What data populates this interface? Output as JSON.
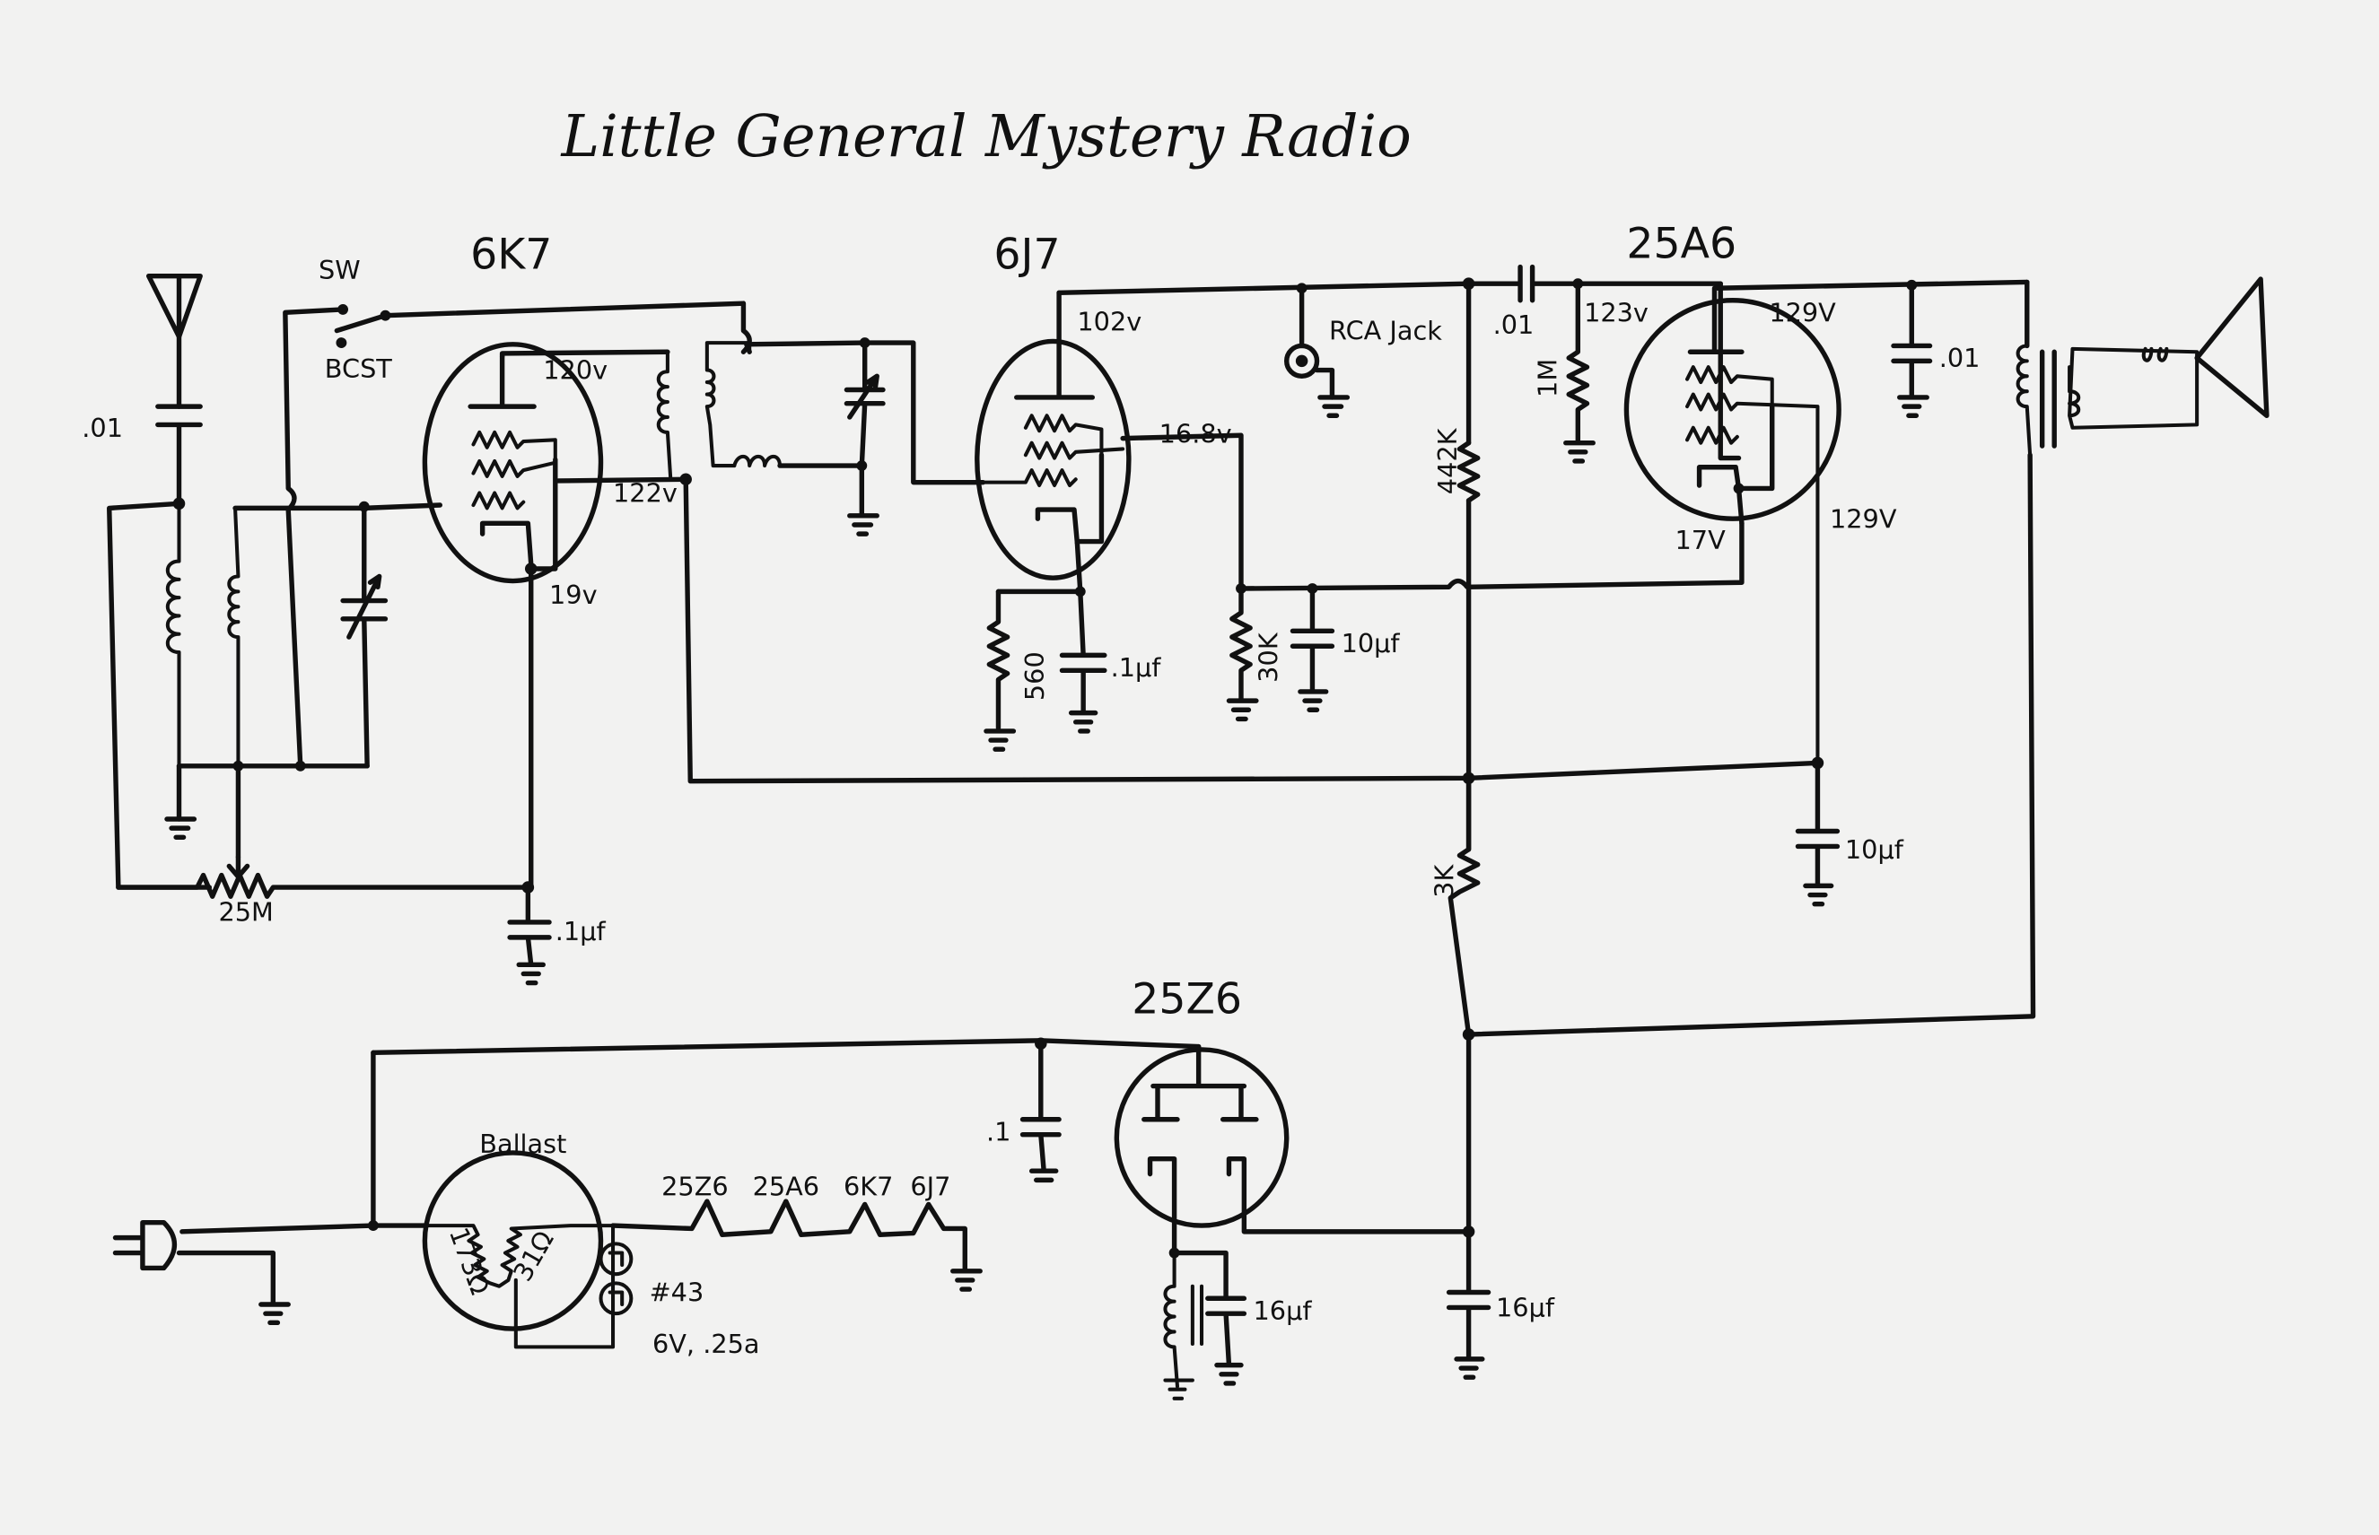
{
  "title": "Little General Mystery Radio",
  "tubes": {
    "converter": "6K7",
    "detector": "6J7",
    "output": "25A6",
    "rectifier": "25Z6"
  },
  "switch": {
    "label": "SW",
    "position_label": "BCST"
  },
  "voltages": {
    "v6k7_plate": "120v",
    "v6k7_screen": "122v",
    "v6k7_cathode": "19v",
    "v6j7_plate": "102v",
    "v6j7_screen": "16.8v",
    "v25a6_grid_node": "123v",
    "v25a6_plate": "129V",
    "v25a6_screen": "129V",
    "v25a6_cathode": "17V"
  },
  "components": {
    "antenna_cap": ".01",
    "volume_pot": "25M",
    "cathode_bypass_6k7": ".1µf",
    "cathode_res_6j7": "560",
    "cathode_cap_6j7": ".1µf",
    "screen_res_6j7": "30K",
    "screen_cap_6j7": "10µf",
    "plate_load": "442K",
    "coupling_cap": ".01",
    "grid_res": "1M",
    "plate_bypass_25a6": ".01",
    "screen_bypass_25a6": "10µf",
    "dropping_res": "3K",
    "line_bypass": ".1",
    "filter_cap_1": "16µf",
    "filter_cap_2": "16µf",
    "rca_jack": "RCA Jack"
  },
  "heater_string": {
    "ballast_label": "Ballast",
    "ballast_res_1": "173Ω",
    "ballast_res_2": "31Ω",
    "pilot_lamp": "#43",
    "pilot_rating": "6V, .25a",
    "heaters": [
      "25Z6",
      "25A6",
      "6K7",
      "6J7"
    ]
  }
}
